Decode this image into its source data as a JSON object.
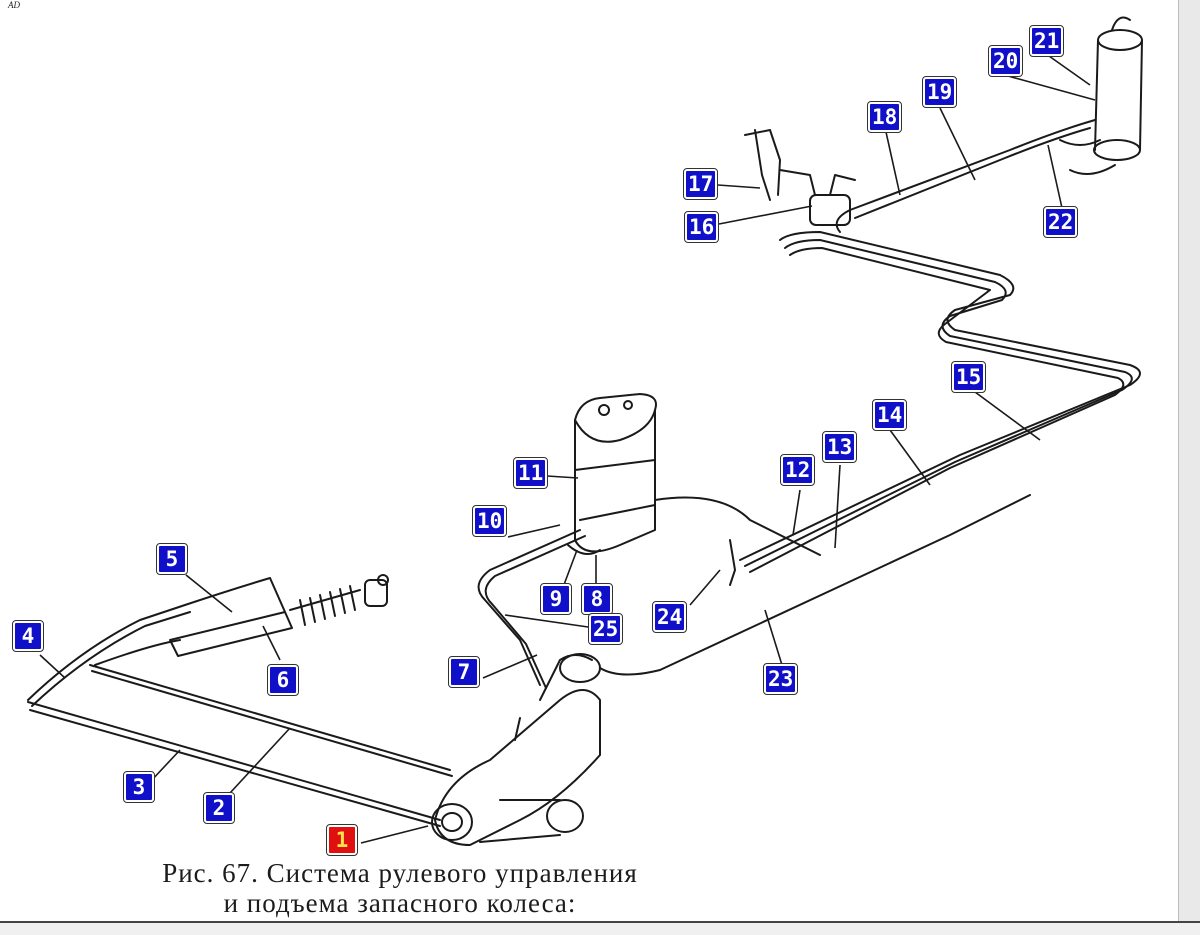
{
  "corner_mark": "AD",
  "caption": {
    "line1": "Рис. 67. Система рулевого управления",
    "line2": "и подъема запасного колеса:"
  },
  "callouts": [
    {
      "n": "1",
      "color": "red"
    },
    {
      "n": "2",
      "color": "blue"
    },
    {
      "n": "3",
      "color": "blue"
    },
    {
      "n": "4",
      "color": "blue"
    },
    {
      "n": "5",
      "color": "blue"
    },
    {
      "n": "6",
      "color": "blue"
    },
    {
      "n": "7",
      "color": "blue"
    },
    {
      "n": "8",
      "color": "blue"
    },
    {
      "n": "9",
      "color": "blue"
    },
    {
      "n": "10",
      "color": "blue"
    },
    {
      "n": "11",
      "color": "blue"
    },
    {
      "n": "12",
      "color": "blue"
    },
    {
      "n": "13",
      "color": "blue"
    },
    {
      "n": "14",
      "color": "blue"
    },
    {
      "n": "15",
      "color": "blue"
    },
    {
      "n": "16",
      "color": "blue"
    },
    {
      "n": "17",
      "color": "blue"
    },
    {
      "n": "18",
      "color": "blue"
    },
    {
      "n": "19",
      "color": "blue"
    },
    {
      "n": "20",
      "color": "blue"
    },
    {
      "n": "21",
      "color": "blue"
    },
    {
      "n": "22",
      "color": "blue"
    },
    {
      "n": "23",
      "color": "blue"
    },
    {
      "n": "24",
      "color": "blue"
    },
    {
      "n": "25",
      "color": "blue"
    }
  ],
  "colors": {
    "callout_blue": "#0f10c8",
    "callout_red": "#e01010",
    "callout_red_text": "#ffe34a",
    "line": "#1a1a1a"
  }
}
